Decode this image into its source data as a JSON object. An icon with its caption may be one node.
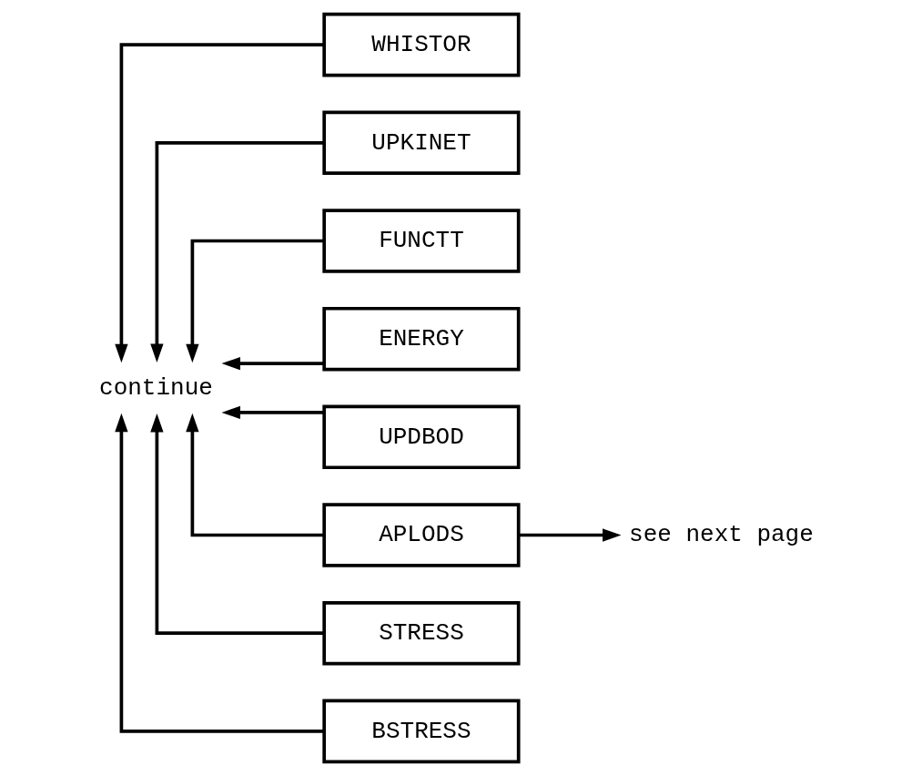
{
  "diagram": {
    "nodes": [
      {
        "text": [
          "continue"
        ]
      },
      {
        "text": [
          "WHISTOR"
        ]
      },
      {
        "text": [
          "UPKINET"
        ]
      },
      {
        "text": [
          "FUNCTT"
        ]
      },
      {
        "text": [
          "ENERGY"
        ]
      },
      {
        "text": [
          "UPDBOD"
        ]
      },
      {
        "text": [
          "APLODS"
        ]
      },
      {
        "text": [
          "STRESS"
        ]
      },
      {
        "text": [
          "BSTRESS"
        ]
      },
      {
        "text": [
          "see next page"
        ]
      }
    ],
    "edges": [
      {
        "from": 1,
        "to": 0,
        "arrow": "to"
      },
      {
        "from": 2,
        "to": 0,
        "arrow": "to"
      },
      {
        "from": 3,
        "to": 0,
        "arrow": "to"
      },
      {
        "from": 4,
        "to": 0,
        "arrow": "to"
      },
      {
        "from": 5,
        "to": 0,
        "arrow": "to"
      },
      {
        "from": 6,
        "to": 0,
        "arrow": "to"
      },
      {
        "from": 7,
        "to": 0,
        "arrow": "to"
      },
      {
        "from": 8,
        "to": 0,
        "arrow": "to"
      },
      {
        "from": 6,
        "to": 9,
        "arrow": "to"
      }
    ]
  }
}
